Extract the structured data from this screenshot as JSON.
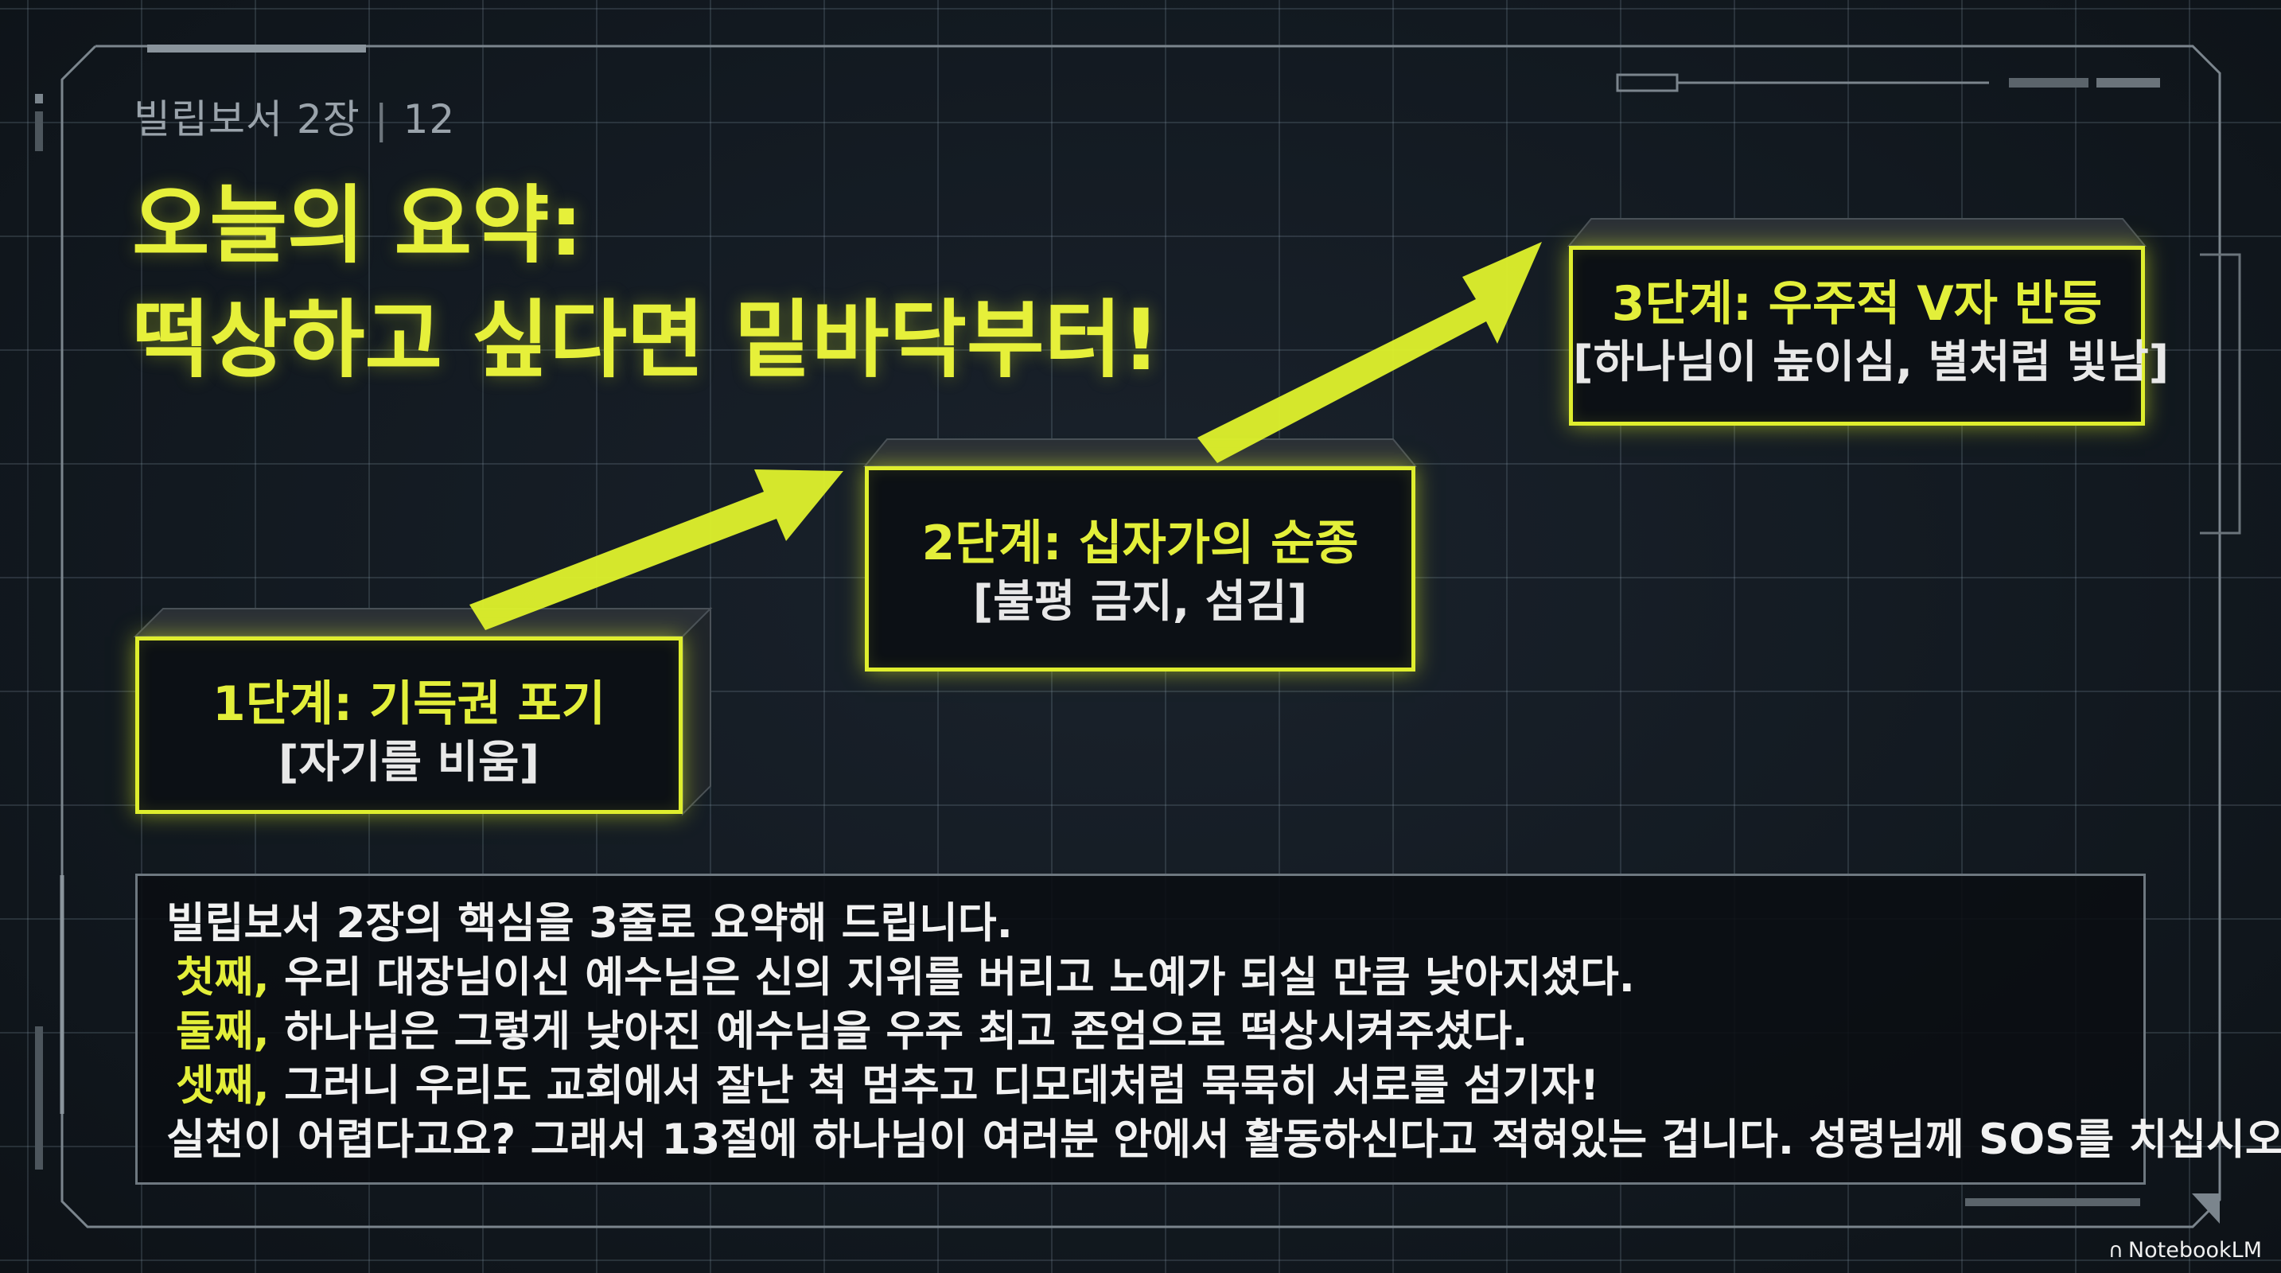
{
  "header": {
    "chapter": "빌립보서 2장",
    "page": "12"
  },
  "title": {
    "line1": "오늘의 요약:",
    "line2": "떡상하고 싶다면 밑바닥부터!"
  },
  "steps": [
    {
      "title": "1단계: 기득권 포기",
      "subtitle": "[자기를 비움]"
    },
    {
      "title": "2단계: 십자가의 순종",
      "subtitle": "[불평 금지, 섬김]"
    },
    {
      "title": "3단계: 우주적 V자 반등",
      "subtitle": "[하나님이 높이심, 별처럼 빛남]"
    }
  ],
  "summary": {
    "intro": "빌립보서 2장의 핵심을 3줄로 요약해 드립니다.",
    "points": [
      {
        "label": "첫째,",
        "text": " 우리 대장님이신 예수님은 신의 지위를 버리고 노예가 되실 만큼 낮아지셨다."
      },
      {
        "label": "둘째,",
        "text": " 하나님은 그렇게 낮아진 예수님을 우주 최고 존엄으로 떡상시켜주셨다."
      },
      {
        "label": "셋째,",
        "text": " 그러니 우리도 교회에서 잘난 척 멈추고 디모데처럼 묵묵히 서로를 섬기자!"
      }
    ],
    "closing": "실천이 어렵다고요? 그래서 13절에 하나님이 여러분 안에서 활동하신다고 적혀있는 겁니다. 성령님께 SOS를 치십시오."
  },
  "branding": {
    "label": "NotebookLM",
    "icon": "notebooklm-logo-icon"
  },
  "colors": {
    "accent": "#e3ef3a",
    "background": "#121920",
    "text": "#f2f2f2"
  }
}
